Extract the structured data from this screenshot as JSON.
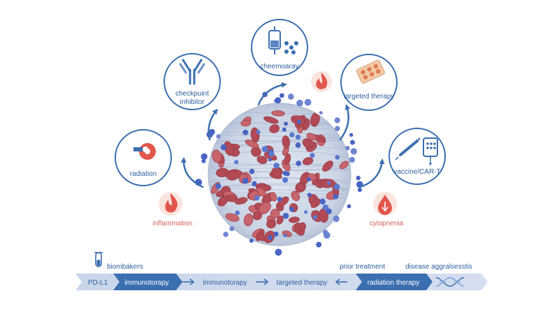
{
  "diagram": {
    "therapies": {
      "checkpoint": {
        "line1": "checkpuint",
        "line2": "inhibitor"
      },
      "chemo": {
        "label": "cheemoaray"
      },
      "targeted": {
        "label": "targeted therapy"
      },
      "radiation": {
        "label": "radiation"
      },
      "vaccine": {
        "label": "vaccine/CAR-T"
      }
    },
    "effects": {
      "inflammation": {
        "label": "inflammation"
      },
      "cytopenia": {
        "label": "cytopnenia"
      }
    },
    "timeline": {
      "biomarkers": "biombakers",
      "prior": "prior treatment",
      "disease": "disease aggralsesstis",
      "segments": {
        "pdl1": "PD-L1",
        "immuno1": "immunotorapy",
        "immuno2": "immunotorapy",
        "targeted": "targeted therapy",
        "radiation": "radiation therapy"
      }
    },
    "colors": {
      "accent_blue": "#3b6fb0",
      "dark_blue": "#2f5f9e",
      "flame_red": "#e2574c",
      "label_red": "#d9635a",
      "cell_red": "#b24a55",
      "lymph_blue": "#4a64c4"
    },
    "icons": [
      "antibody-icon",
      "iv-bag-icon",
      "pill-blister-icon",
      "radiation-icon",
      "syringe-icon",
      "flame-icon",
      "drop-down-icon",
      "test-tube-icon",
      "dna-icon"
    ]
  }
}
